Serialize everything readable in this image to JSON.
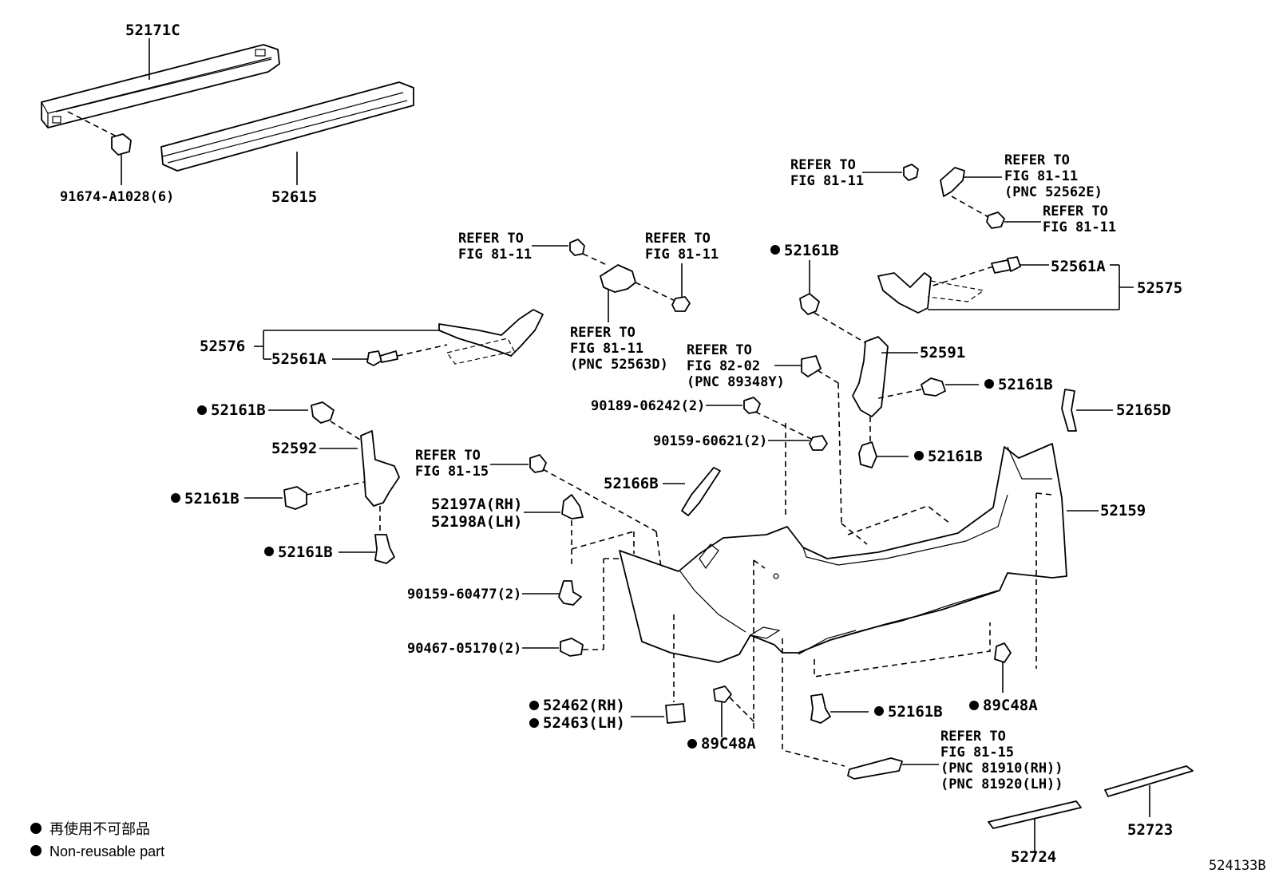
{
  "diagram": {
    "figure_id": "524133B",
    "legend": {
      "line_jp": "再使用不可部品",
      "line_en": "Non-reusable part"
    },
    "labels": {
      "p52171C": "52171C",
      "p91674": "91674-A1028(6)",
      "p52615": "52615",
      "ref_tl1": "REFER TO",
      "ref_tl2": "FIG 81-11",
      "ref_tr1": "REFER TO",
      "ref_tr2": "FIG 81-11",
      "ref_tr3": "(PNC 52562E)",
      "ref_tr4": "REFER TO",
      "ref_tr5": "FIG 81-11",
      "ref_ml1": "REFER TO",
      "ref_ml2": "FIG 81-11",
      "ref_mr1": "REFER TO",
      "ref_mr2": "FIG 81-11",
      "p52161B_top": "52161B",
      "p52561A_r": "52561A",
      "p52575": "52575",
      "p52576": "52576",
      "p52561A_l": "52561A",
      "ref_mc1": "REFER TO",
      "ref_mc2": "FIG 81-11",
      "ref_mc3": "(PNC 52563D)",
      "ref_82_1": "REFER TO",
      "ref_82_2": "FIG 82-02",
      "ref_82_3": "(PNC 89348Y)",
      "p52591": "52591",
      "p52161B_r1": "52161B",
      "p52161B_l1": "52161B",
      "p90189": "90189-06242(2)",
      "p52165D": "52165D",
      "p52592": "52592",
      "p90159_60621": "90159-60621(2)",
      "ref_815_1": "REFER TO",
      "ref_815_2": "FIG 81-15",
      "p52161B_r2": "52161B",
      "p52161B_l2": "52161B",
      "p52166B": "52166B",
      "p52197A": "52197A(RH)",
      "p52198A": "52198A(LH)",
      "p52159": "52159",
      "p52161B_l3": "52161B",
      "p90159_60477": "90159-60477(2)",
      "p90467": "90467-05170(2)",
      "p52462": "52462(RH)",
      "p52463": "52463(LH)",
      "p89C48A_b": "89C48A",
      "p52161B_b": "52161B",
      "p89C48A_r": "89C48A",
      "ref_bot1": "REFER TO",
      "ref_bot2": "FIG 81-15",
      "ref_bot3": "(PNC 81910(RH))",
      "ref_bot4": "(PNC 81920(LH))",
      "p52723": "52723",
      "p52724": "52724"
    }
  }
}
